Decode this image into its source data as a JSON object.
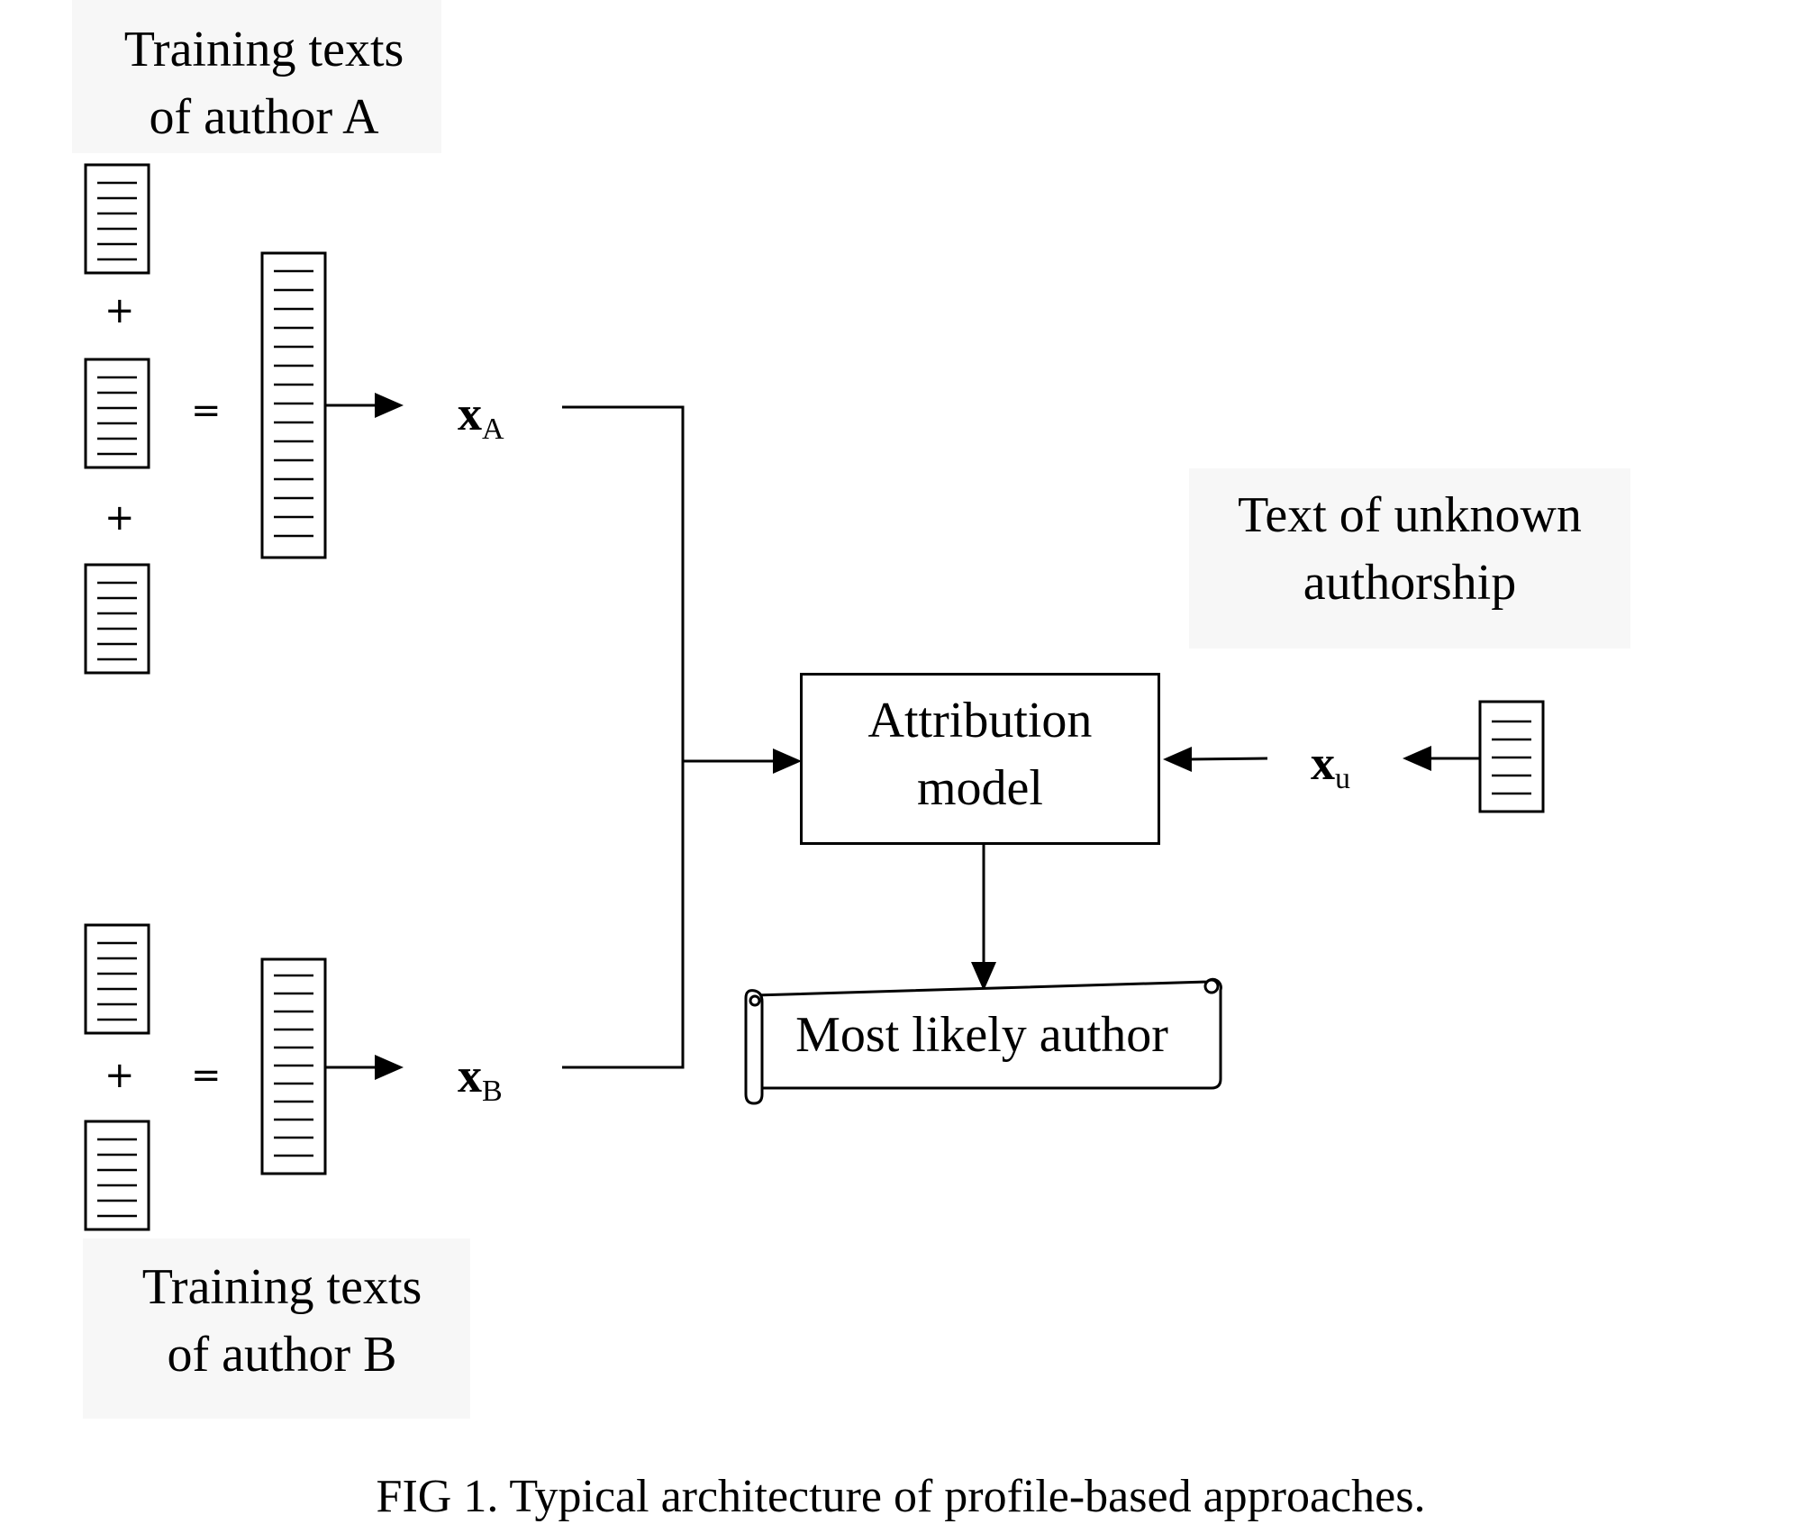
{
  "labels": {
    "author_a_line1": "Training texts",
    "author_a_line2": "of author A",
    "author_b_line1": "Training texts",
    "author_b_line2": "of author B",
    "unknown_line1": "Text of unknown",
    "unknown_line2": "authorship"
  },
  "operators": {
    "plus": "+",
    "equals": "="
  },
  "vectors": {
    "a_base": "x",
    "a_sub": "A",
    "b_base": "x",
    "b_sub": "B",
    "u_base": "x",
    "u_sub": "u"
  },
  "model": {
    "line1": "Attribution",
    "line2": "model"
  },
  "output": {
    "label": "Most likely author"
  },
  "caption": "FIG 1. Typical architecture of profile-based approaches."
}
